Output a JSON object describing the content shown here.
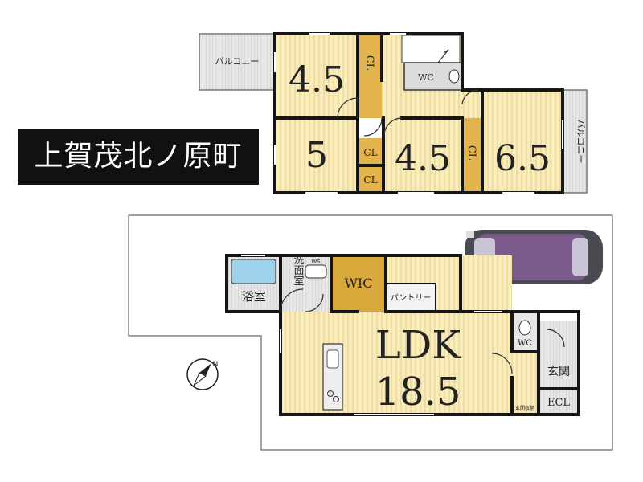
{
  "title": "上賀茂北ノ原町",
  "second_floor": {
    "balcony_left": "バルコニー",
    "balcony_right": "バルコニー",
    "room_45_top": "4.5",
    "room_5": "5",
    "room_45_mid": "4.5",
    "room_65": "6.5",
    "cl_top": "CL",
    "cl_small_a": "CL",
    "cl_small_b": "CL",
    "cl_tall": "CL",
    "wc": "WC"
  },
  "first_floor": {
    "bath": "浴室",
    "wash": "洗面室",
    "wic": "WIC",
    "pantry": "パントリー",
    "ldk_label": "LDK",
    "ldk_size": "18.5",
    "wc": "WC",
    "entrance": "玄関",
    "ecl": "ECL",
    "ws": "WS",
    "entrance_storage": "玄関収納"
  },
  "compass": {
    "label": "N"
  },
  "colors": {
    "room": "#f7e9b8",
    "closet": "#e2b34a",
    "wic": "#d8a93a",
    "wall": "#151515",
    "wetroom": "#e4e4e4",
    "bath_tub": "#9ed2ea",
    "car": "#7a5a8a"
  }
}
